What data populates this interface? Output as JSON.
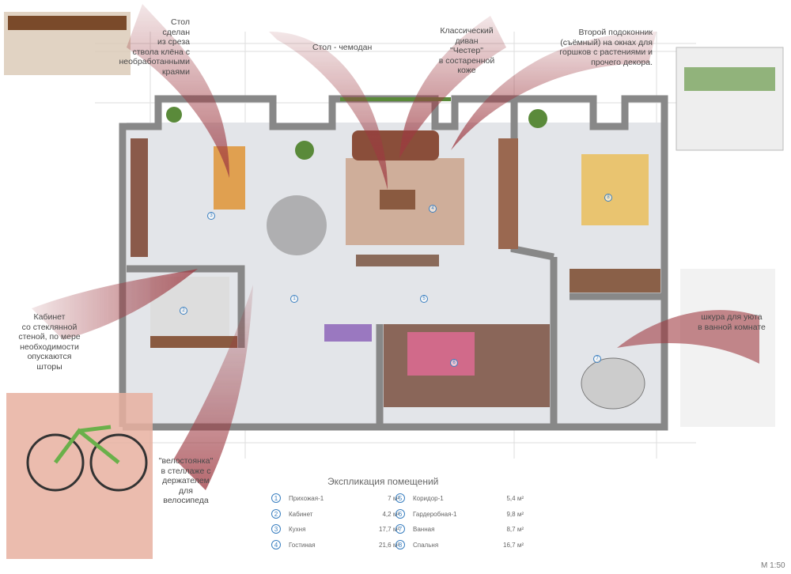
{
  "annotations": {
    "table_maple": [
      "Стол",
      "сделан",
      "из среза",
      "ствола клёна с",
      "необработанными",
      "краями"
    ],
    "suitcase_table": "Стол - чемодан",
    "sofa": [
      "Классический",
      "диван",
      "\"Честер\"",
      "в состаренной",
      "коже"
    ],
    "windowsill": [
      "Второй подоконник",
      "(съёмный) на окнах для",
      "горшков с растениями и",
      "прочего декора."
    ],
    "office": [
      "Кабинет",
      "со стеклянной",
      "стеной, по мере",
      "необходимости",
      "опускаются",
      "шторы"
    ],
    "bath_rug": [
      "шкура для уюта",
      "в ванной комнате"
    ],
    "bike": [
      "\"велостоянка\"",
      "в стеллаже с",
      "держателем",
      "для",
      "велосипеда"
    ]
  },
  "legend": {
    "title": "Экспликация помещений",
    "rooms": [
      {
        "num": "1",
        "name": "Прихожая-1",
        "area": "7 м²"
      },
      {
        "num": "2",
        "name": "Кабинет",
        "area": "4,2 м²"
      },
      {
        "num": "3",
        "name": "Кухня",
        "area": "17,7 м²"
      },
      {
        "num": "4",
        "name": "Гостиная",
        "area": "21,6 м²"
      },
      {
        "num": "5",
        "name": "Коридор-1",
        "area": "5,4 м²"
      },
      {
        "num": "6",
        "name": "Гардеробная-1",
        "area": "9,8 м²"
      },
      {
        "num": "7",
        "name": "Ванная",
        "area": "8,7 м²"
      },
      {
        "num": "8",
        "name": "Спальня",
        "area": "16,7 м²"
      }
    ]
  },
  "scale": "М 1:50",
  "colors": {
    "arrow": "#9e3a42",
    "wall": "#f4f4f4",
    "floor": "#e4e6ea",
    "accent": "#3a7fc0"
  }
}
